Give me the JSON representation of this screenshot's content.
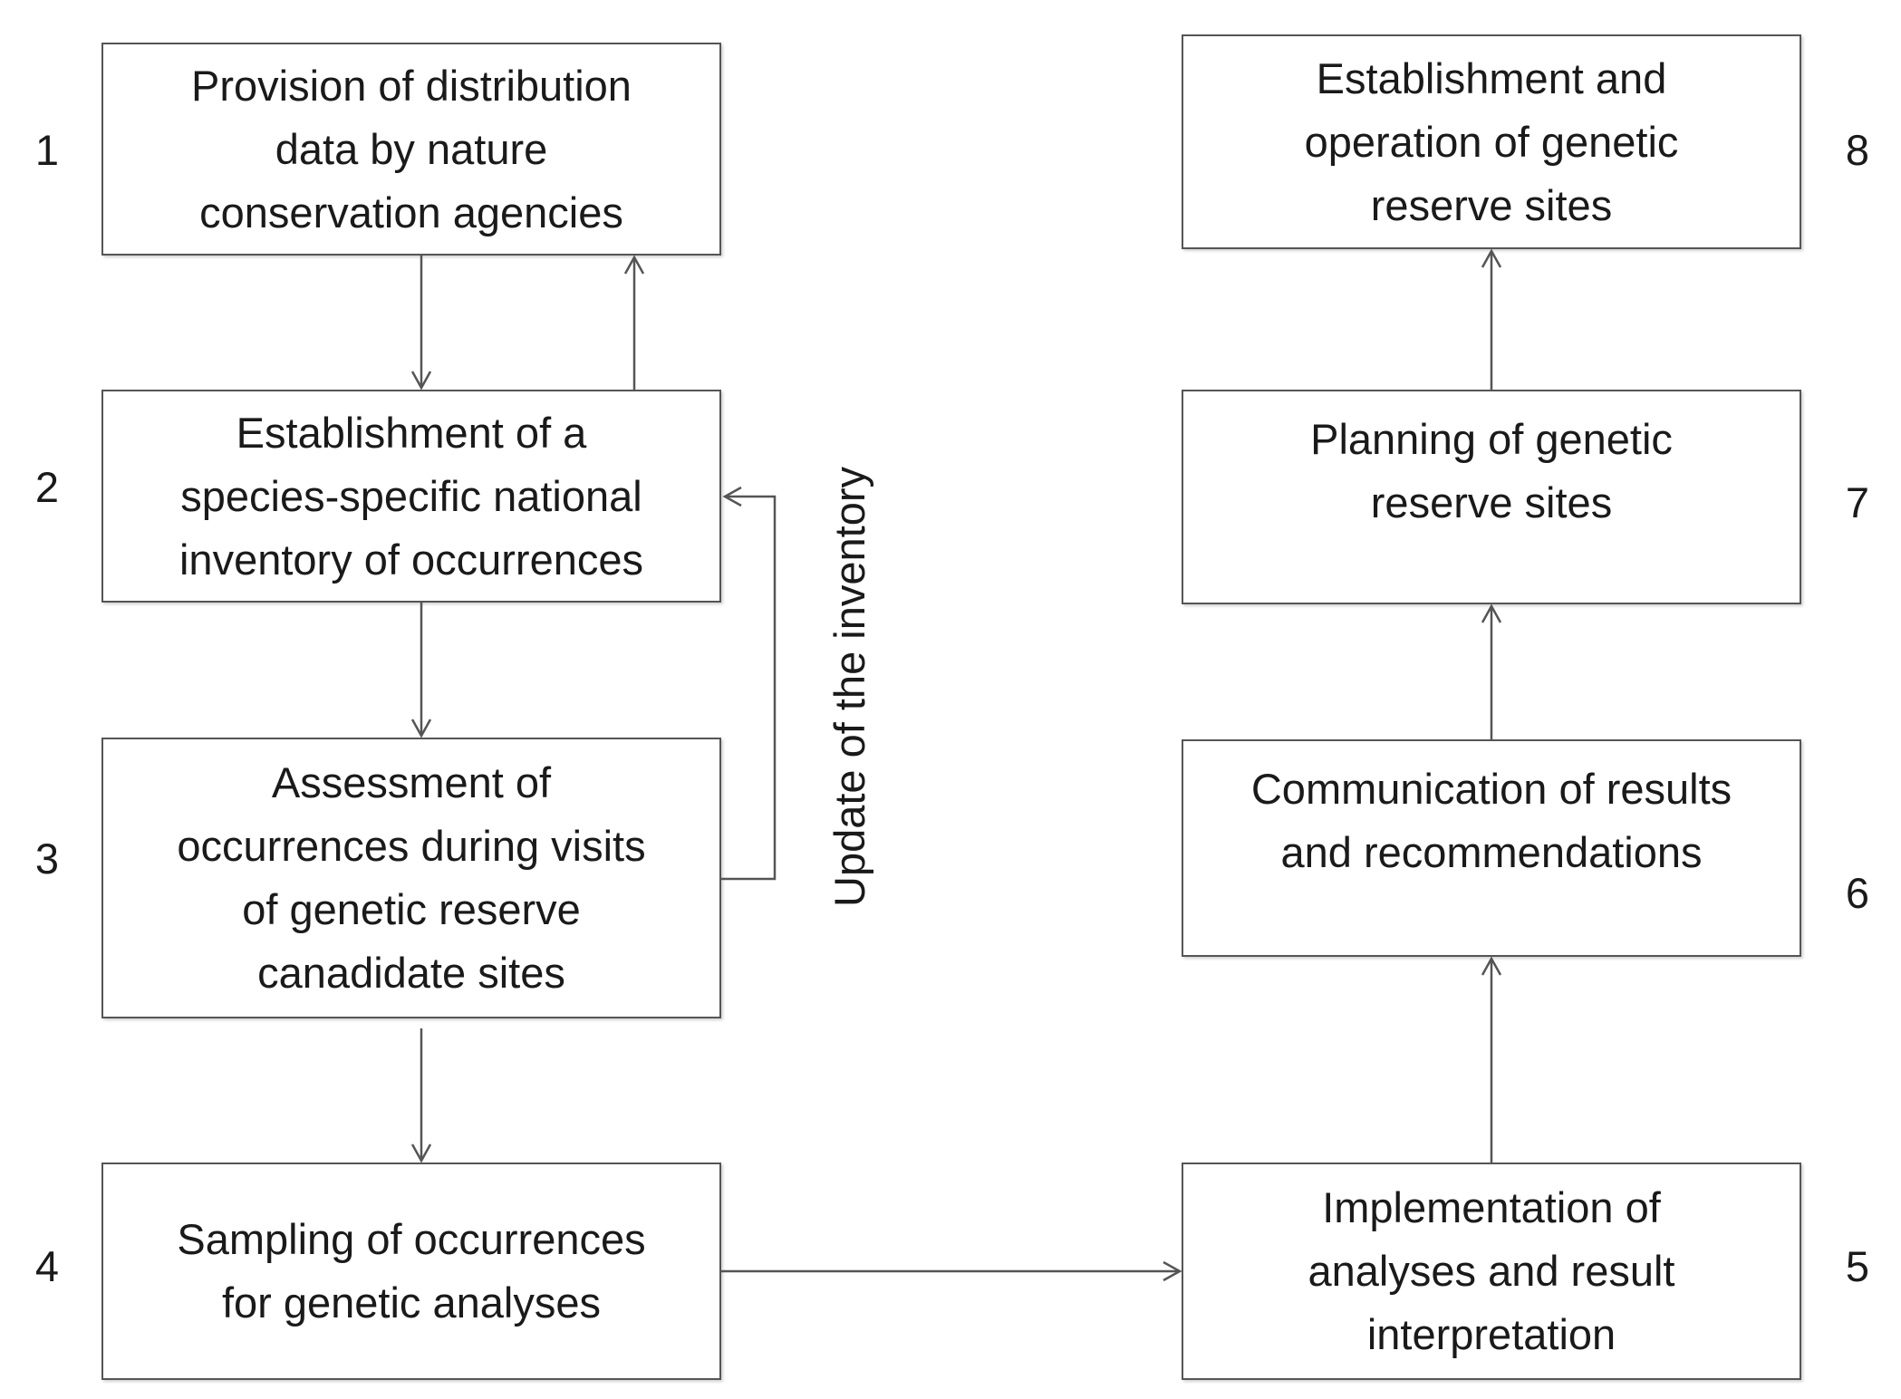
{
  "steps": [
    {
      "number": "1",
      "text": "Provision of distribution\ndata by nature\nconservation agencies"
    },
    {
      "number": "2",
      "text": "Establishment of a\nspecies-specific national\ninventory of  occurrences"
    },
    {
      "number": "3",
      "text": "Assessment of\noccurrences during visits\nof genetic reserve\ncanadidate sites"
    },
    {
      "number": "4",
      "text": "Sampling of occurrences\nfor genetic analyses"
    },
    {
      "number": "5",
      "text": "Implementation of\nanalyses and result\ninterpretation"
    },
    {
      "number": "6",
      "text": "Communication of results\nand recommendations"
    },
    {
      "number": "7",
      "text": "Planning of genetic\nreserve sites"
    },
    {
      "number": "8",
      "text": "Establishment and\noperation of genetic\nreserve sites"
    }
  ],
  "feedback_label": "Update of the inventory"
}
